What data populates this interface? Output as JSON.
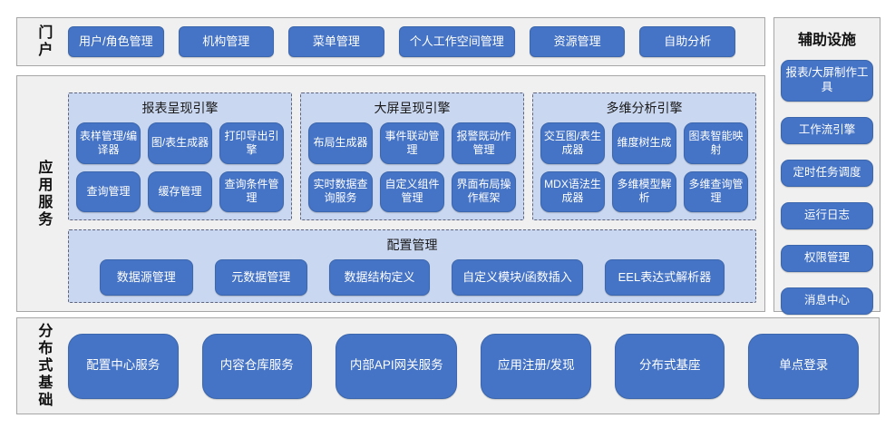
{
  "colors": {
    "button_blue": "#4573C5",
    "button_border": "#3C67AC",
    "panel_light_blue": "#C9D7F0",
    "panel_dashed_border": "#60647A",
    "section_background": "#F0F0F0",
    "section_border": "#A6A6A6",
    "button_text": "#FFFFFF",
    "label_text": "#111111"
  },
  "portal": {
    "label": "门户",
    "items": [
      "用户/角色管理",
      "机构管理",
      "菜单管理",
      "个人工作空间管理",
      "资源管理",
      "自助分析"
    ]
  },
  "app_services": {
    "label": "应用服务",
    "engines": [
      {
        "title": "报表呈现引擎",
        "items": [
          "表样管理/编译器",
          "图/表生成器",
          "打印导出引擎",
          "查询管理",
          "缓存管理",
          "查询条件管理"
        ]
      },
      {
        "title": "大屏呈现引擎",
        "items": [
          "布局生成器",
          "事件联动管理",
          "报警既动作管理",
          "实时数据查询服务",
          "自定义组件管理",
          "界面布局操作框架"
        ]
      },
      {
        "title": "多维分析引擎",
        "items": [
          "交互图/表生成器",
          "维度树生成",
          "图表智能映射",
          "MDX语法生成器",
          "多维模型解析",
          "多维查询管理"
        ]
      }
    ],
    "config": {
      "title": "配置管理",
      "items": [
        "数据源管理",
        "元数据管理",
        "数据结构定义",
        "自定义模块/函数插入",
        "EEL表达式解析器"
      ]
    }
  },
  "aux": {
    "title": "辅助设施",
    "items": [
      "报表/大屏制作工具",
      "工作流引擎",
      "定时任务调度",
      "运行日志",
      "权限管理",
      "消息中心"
    ]
  },
  "foundation": {
    "label": "分布式基础",
    "items": [
      "配置中心服务",
      "内容仓库服务",
      "内部API网关服务",
      "应用注册/发现",
      "分布式基座",
      "单点登录"
    ]
  }
}
